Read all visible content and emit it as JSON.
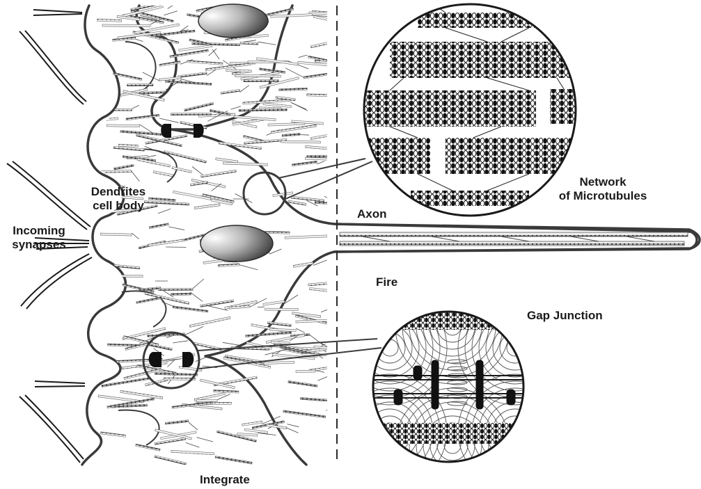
{
  "labels": {
    "dendrites_line1": "Dendrites",
    "dendrites_line2": "cell body",
    "incoming_line1": "Incoming",
    "incoming_line2": "synapses",
    "axon": "Axon",
    "fire": "Fire",
    "network_line1": "Network",
    "network_line2": "of Microtubules",
    "gap_junction": "Gap Junction",
    "integrate": "Integrate"
  },
  "colors": {
    "outline": "#3a3a3a",
    "ink": "#1a1a1a",
    "background": "#ffffff"
  }
}
